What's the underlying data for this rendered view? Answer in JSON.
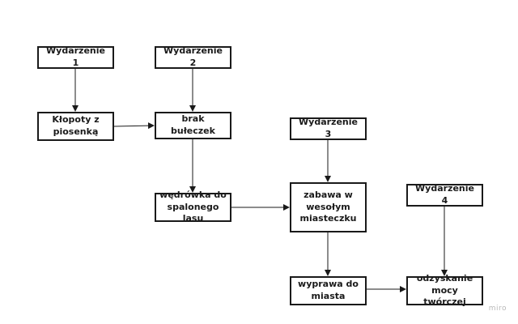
{
  "diagram": {
    "nodes": {
      "wydarzenie_1": "Wydarzenie 1",
      "wydarzenie_2": "Wydarzenie 2",
      "wydarzenie_3": "Wydarzenie 3",
      "wydarzenie_4": "Wydarzenie 4",
      "klopoty": [
        "Kłopoty z",
        "piosenką"
      ],
      "brak_buleczek": "brak bułeczek",
      "wedrowka": [
        "wędrówka do",
        "spalonego lasu"
      ],
      "zabawa": [
        "zabawa w",
        "wesołym",
        "miasteczku"
      ],
      "wyprawa": [
        "wyprawa do",
        "miasta"
      ],
      "odzyskanie": [
        "odzyskanie mocy",
        "twórczej"
      ]
    }
  },
  "watermark": "miro",
  "colors": {
    "stroke": "#1a1a1a",
    "background": "#ffffff",
    "watermark": "#b8b8b8"
  }
}
